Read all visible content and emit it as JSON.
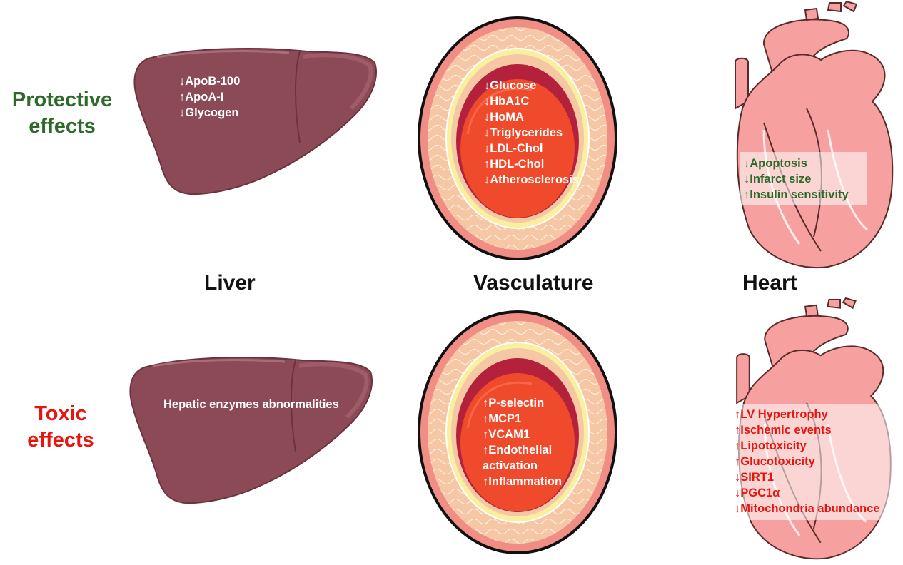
{
  "rows": {
    "protective": [
      "Protective",
      "effects"
    ],
    "toxic": [
      "Toxic",
      "effects"
    ]
  },
  "organs": {
    "liver": "Liver",
    "vasculature": "Vasculature",
    "heart": "Heart"
  },
  "protective": {
    "liver": [
      "↓ApoB-100",
      "↑ApoA-I",
      "↓Glycogen"
    ],
    "vasculature": [
      "↓Glucose",
      "↓HbA1C",
      "↓HoMA",
      "↓Triglycerides",
      "↓LDL-Chol",
      "↑HDL-Chol",
      "↓Atherosclerosis"
    ],
    "heart": [
      "↓Apoptosis",
      "↓Infarct size",
      "↑Insulin sensitivity"
    ]
  },
  "toxic": {
    "liver": [
      "Hepatic enzymes abnormalities"
    ],
    "vasculature": [
      "↑P-selectin",
      "↑MCP1",
      "↑VCAM1",
      "↑Endothelial",
      "activation",
      "↑Inflammation"
    ],
    "heart": [
      "↑LV Hypertrophy",
      "↑Ischemic events",
      "↑Lipotoxicity",
      "↑Glucotoxicity",
      "↓SIRT1",
      "↓PGC1α",
      "↓Mitochondria abundance"
    ]
  },
  "colors": {
    "protective": "#2e6a2a",
    "toxic": "#e8150e",
    "liver": "#8c4a57",
    "vessel_lumen": "#f04a2c",
    "heart": "#f7a0a0"
  }
}
